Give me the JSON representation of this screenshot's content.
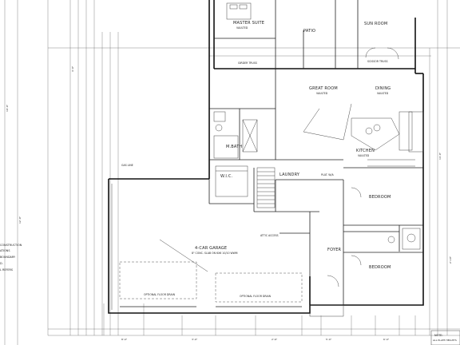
{
  "rooms": {
    "master_suite": "MASTER SUITE",
    "patio": "PATIO",
    "sun_room": "SUN ROOM",
    "great_room": "GREAT ROOM",
    "dining": "DINING",
    "kitchen": "KITCHEN",
    "mbath": "M.BATH",
    "wic": "W.I.C.",
    "laundry": "LAUNDRY",
    "bedroom_1": "BEDROOM",
    "bedroom_2": "BEDROOM",
    "foyer": "FOYER",
    "garage": "4-CAR GARAGE"
  },
  "sublabels": {
    "vaulted": "VAULTED",
    "great_room_sub": "VAULTED",
    "dining_sub": "VAULTED",
    "kitchen_sub": "VAULTED",
    "girder_truss": "GIRDER TRUSS",
    "scissor_truss": "SCISSOR TRUSS",
    "garage_sub": "8\" CONC. SLAB ON 6X6 10/10 WWM",
    "garage_floor_1": "OPTIONAL FLOOR DRAIN",
    "garage_floor_2": "OPTIONAL FLOOR DRAIN",
    "gas_line": "GAS LINE",
    "plat_wa": "PLAT. W/A",
    "attic": "ATTIC ACCESS"
  },
  "notes": {
    "legend_1": "CONSTRUCTION",
    "legend_2": "ATIONS",
    "legend_3": "BOUNDARY",
    "legend_4": "D.",
    "legend_5": "L REFERS",
    "note_box": "NOTE:",
    "note_line": "ALL PLATE HEIGHTS"
  },
  "dimensions": {
    "d1": "10'-0\"",
    "d2": "4'-0\"",
    "d3": "12'-0\"",
    "d4": "8'-0\"",
    "d5": "3'-0\"",
    "d6": "2'-6\"",
    "d7": "5'-0\"",
    "d8": "6'-0\"",
    "d9": "14'-0\"",
    "d10": "2'-10\""
  },
  "palette": {
    "ink": "#111111",
    "paper": "#ffffff"
  }
}
